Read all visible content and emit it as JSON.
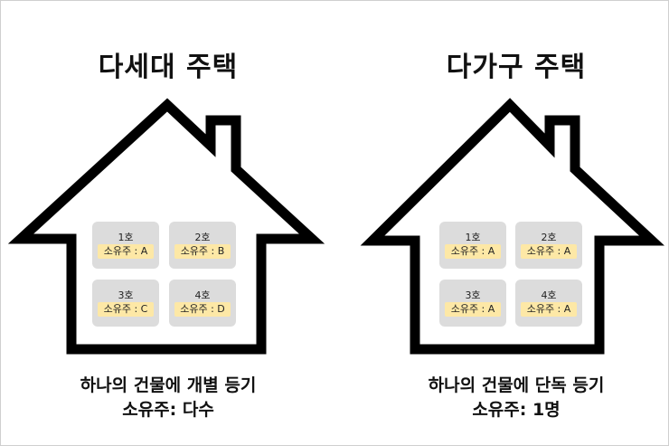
{
  "left": {
    "title": "다세대 주택",
    "units": [
      {
        "name": "1호",
        "owner": "소유주 : A"
      },
      {
        "name": "2호",
        "owner": "소유주 : B"
      },
      {
        "name": "3호",
        "owner": "소유주 : C"
      },
      {
        "name": "4호",
        "owner": "소유주 : D"
      }
    ],
    "caption_line1": "하나의 건물에 개별 등기",
    "caption_line2": "소유주: 다수"
  },
  "right": {
    "title": "다가구 주택",
    "units": [
      {
        "name": "1호",
        "owner": "소유주 : A"
      },
      {
        "name": "2호",
        "owner": "소유주 : A"
      },
      {
        "name": "3호",
        "owner": "소유주 : A"
      },
      {
        "name": "4호",
        "owner": "소유주 : A"
      }
    ],
    "caption_line1": "하나의 건물에 단독 등기",
    "caption_line2": "소유주: 1명"
  },
  "colors": {
    "outline": "#000000",
    "unit_fill": "#dcdcdc",
    "owner_highlight": "#fde8a6"
  }
}
